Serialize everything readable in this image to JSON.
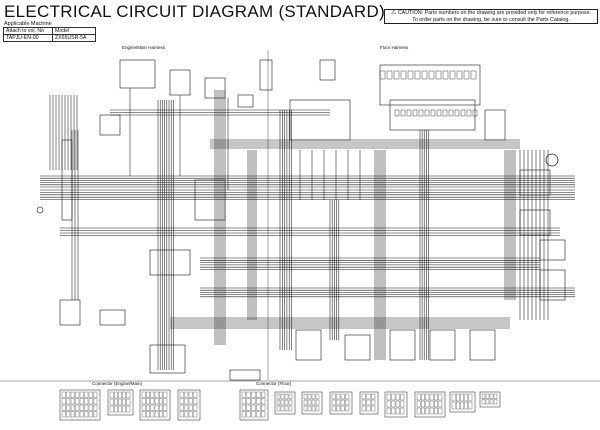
{
  "header": {
    "title": "ELECTRICAL CIRCUIT DIAGRAM (STANDARD)",
    "caution_line1": "CAUTION: Parts numbers on the drawing are provided only for reference purpose.",
    "caution_line2": "To order parts on the drawing, be sure to consult the Parts Catalog.",
    "caution_icon": "warning-triangle-icon"
  },
  "info": {
    "applicable_label": "Applicable Machine",
    "attach_label": "Attach to vol. No",
    "model_label": "Model",
    "attach_value": "TAPJU-EN-00",
    "model_value": "ZX65USR-5A"
  },
  "sections": {
    "engine_harness": "Engine/Main Harness",
    "floor_harness": "Floor Harness",
    "connector_left": "Connector (Engine/Main)",
    "connector_right": "Connector (Floor)"
  },
  "colors": {
    "line": "#1a1a1a",
    "background": "#ffffff"
  }
}
